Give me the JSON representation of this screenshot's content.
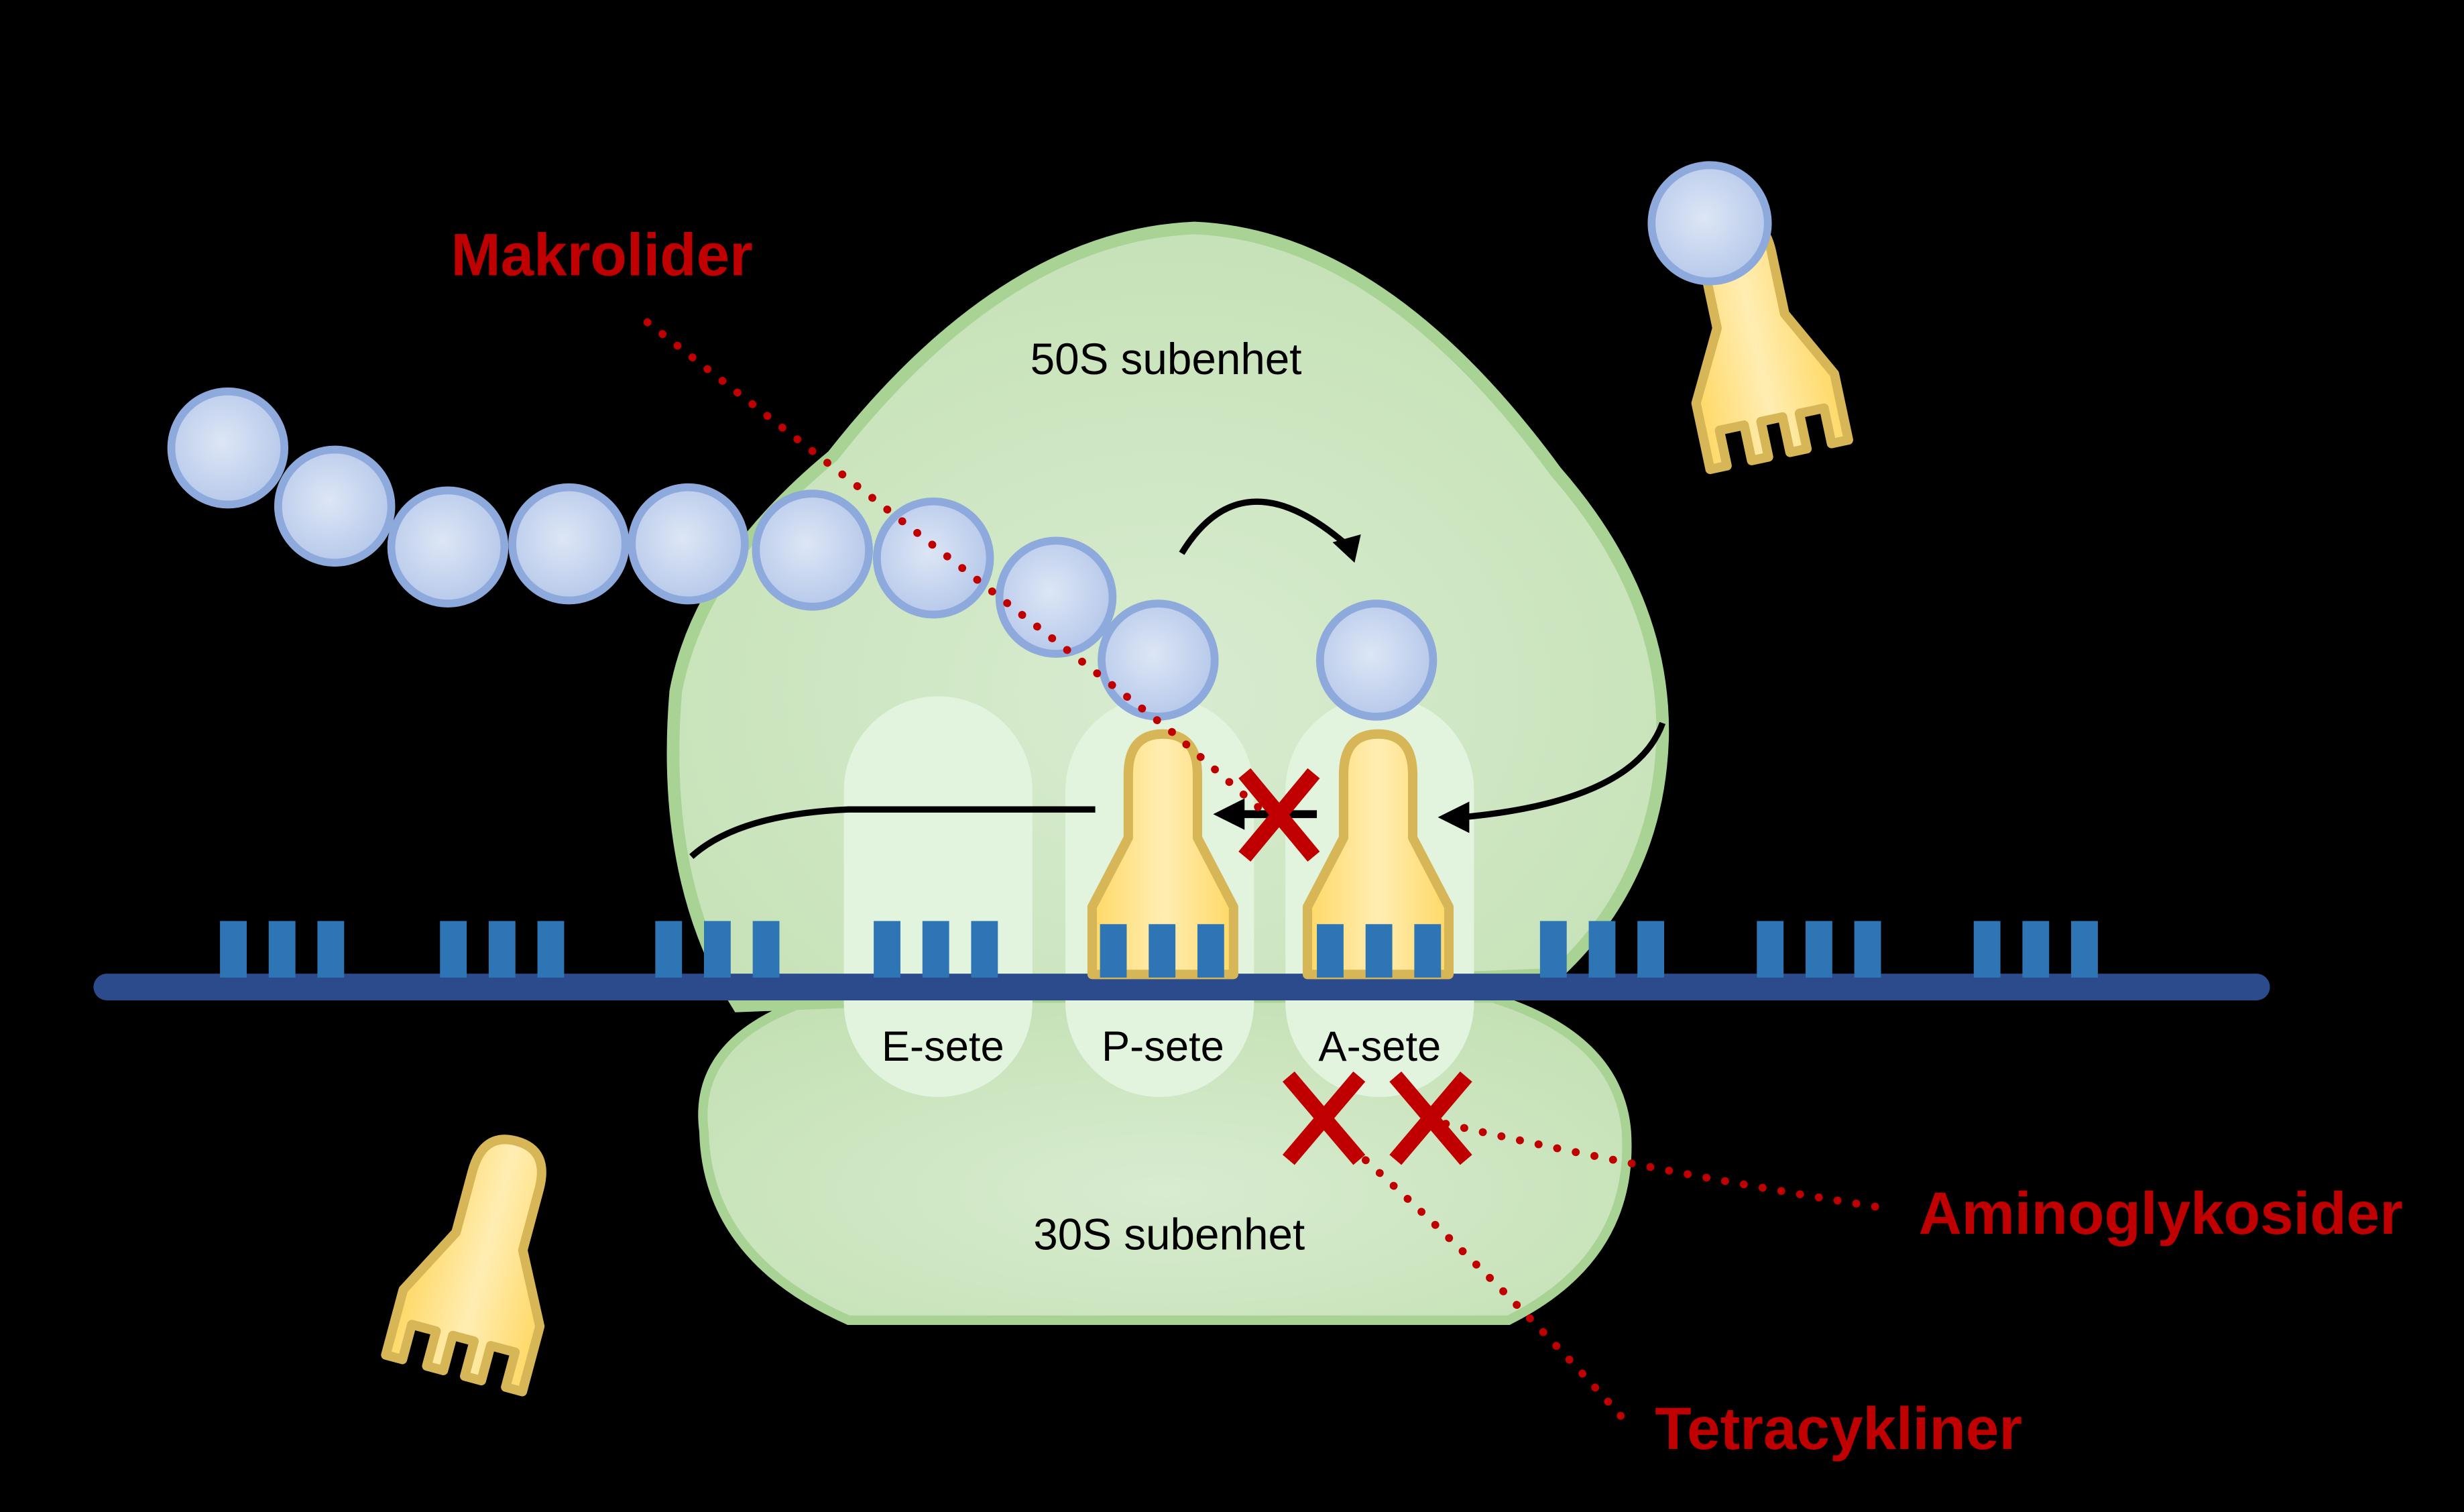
{
  "title": "Antibiotika som hämmar bakteriell proteinsyntes vid ribosomen",
  "colors": {
    "background": "#000000",
    "ribosome_fill": "#c6e2b6",
    "ribosome_edge": "#a9d394",
    "site_fill": "#e3f4de",
    "mrna_backbone": "#2b4b8c",
    "codon": "#2e75b6",
    "trna_fill": "#ffd966",
    "trna_edge": "#d6b656",
    "amino_acid_fill": "#c5d3ef",
    "amino_acid_edge": "#8ea9db",
    "inhibitor": "#c00000"
  },
  "subunits": {
    "large": "50S subenhet",
    "small": "30S subenhet"
  },
  "sites": [
    {
      "id": "E",
      "label": "E-sete"
    },
    {
      "id": "P",
      "label": "P-sete"
    },
    {
      "id": "A",
      "label": "A-sete"
    }
  ],
  "inhibitors": [
    {
      "name": "Makrolider",
      "target": "translocation P-sete"
    },
    {
      "name": "Aminoglykosider",
      "target": "A-sete"
    },
    {
      "name": "Tetracykliner",
      "target": "A-sete"
    }
  ],
  "peptide_chain_length": 9
}
